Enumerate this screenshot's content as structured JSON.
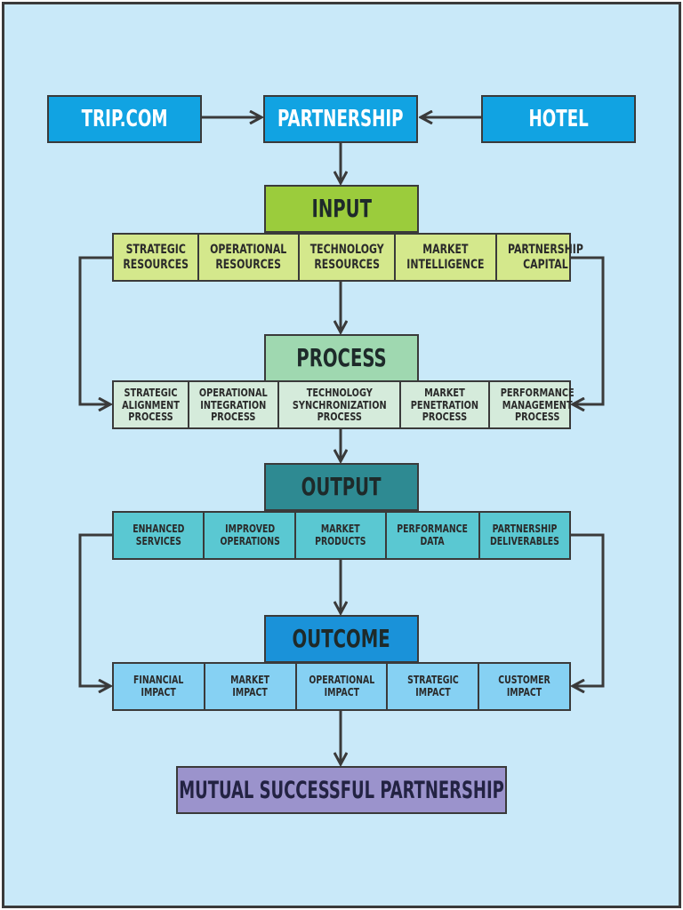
{
  "top": {
    "left": "TRIP.COM",
    "center": "PARTNERSHIP",
    "right": "HOTEL"
  },
  "stages": {
    "input": {
      "title": "INPUT",
      "items": [
        "STRATEGIC\nRESOURCES",
        "OPERATIONAL\nRESOURCES",
        "TECHNOLOGY\nRESOURCES",
        "MARKET\nINTELLIGENCE",
        "PARTNERSHIP\nCAPITAL"
      ]
    },
    "process": {
      "title": "PROCESS",
      "items": [
        "STRATEGIC\nALIGNMENT\nPROCESS",
        "OPERATIONAL\nINTEGRATION\nPROCESS",
        "TECHNOLOGY\nSYNCHRONIZATION\nPROCESS",
        "MARKET\nPENETRATION\nPROCESS",
        "PERFORMANCE\nMANAGEMENT\nPROCESS"
      ]
    },
    "output": {
      "title": "OUTPUT",
      "items": [
        "ENHANCED\nSERVICES",
        "IMPROVED\nOPERATIONS",
        "MARKET\nPRODUCTS",
        "PERFORMANCE\nDATA",
        "PARTNERSHIP\nDELIVERABLES"
      ]
    },
    "outcome": {
      "title": "OUTCOME",
      "items": [
        "FINANCIAL\nIMPACT",
        "MARKET\nIMPACT",
        "OPERATIONAL\nIMPACT",
        "STRATEGIC\nIMPACT",
        "CUSTOMER\nIMPACT"
      ]
    }
  },
  "final": "MUTUAL SUCCESSFUL PARTNERSHIP",
  "colors": {
    "background": "#c9e9f9",
    "top_boxes": "#11a3e2",
    "input_header": "#9bcc3c",
    "input_row": "#d4e88c",
    "process_header": "#9fd8b0",
    "process_row": "#d5ebdb",
    "output_header": "#2e8a92",
    "output_row": "#5ac8d2",
    "outcome_header": "#1a92d9",
    "outcome_row": "#86d1f3",
    "final_box": "#9b93cc",
    "arrows": "#3a3a3a"
  }
}
